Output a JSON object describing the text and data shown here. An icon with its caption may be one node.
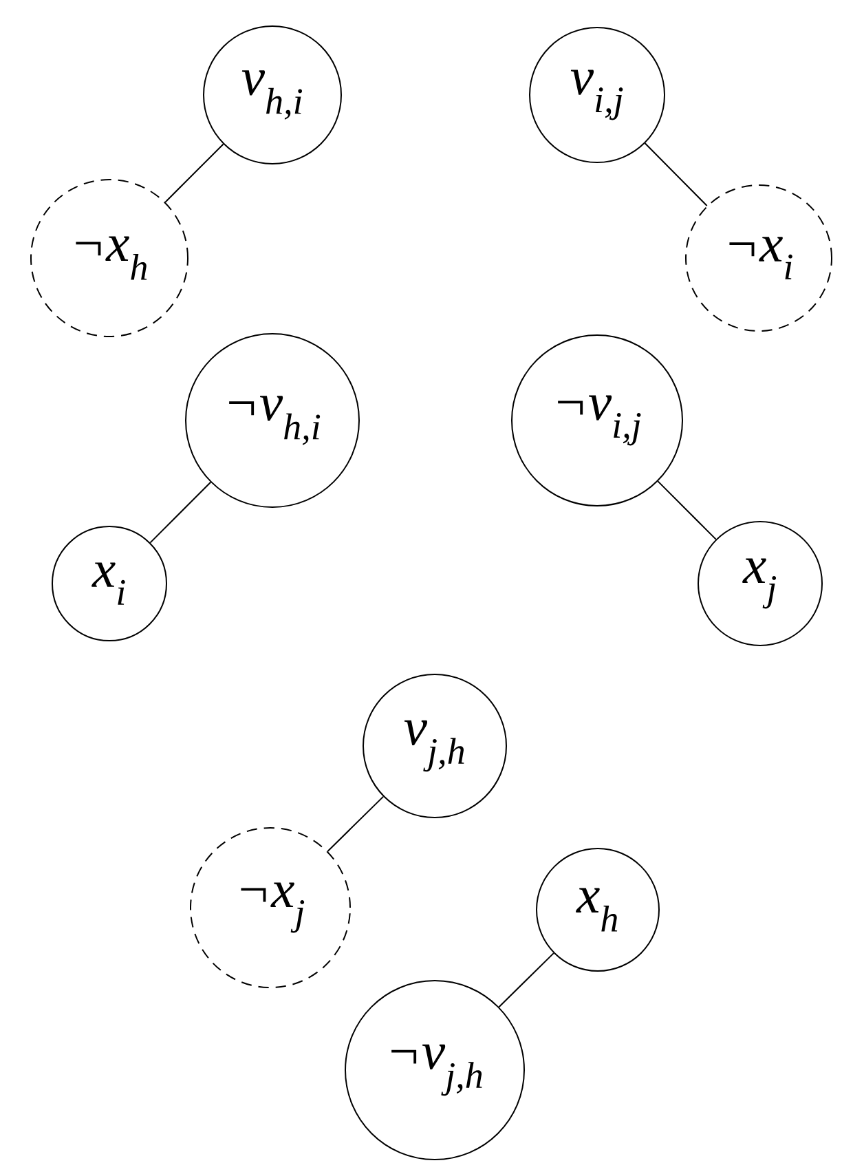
{
  "diagram": {
    "nodes": [
      {
        "text": [
          "v$_{h,i}$"
        ]
      },
      {
        "text": [
          "v$_{i,j}$"
        ]
      },
      {
        "text": [
          "¬x$_{h}$"
        ]
      },
      {
        "text": [
          "¬x$_{i}$"
        ]
      },
      {
        "text": [
          "¬v$_{h,i}$"
        ]
      },
      {
        "text": [
          "¬v$_{i,j}$"
        ]
      },
      {
        "text": [
          "x$_{i}$"
        ]
      },
      {
        "text": [
          "x$_{j}$"
        ]
      },
      {
        "text": [
          "v$_{j,h}$"
        ]
      },
      {
        "text": [
          "¬x$_{j}$"
        ]
      },
      {
        "text": [
          "x$_{h}$"
        ]
      },
      {
        "text": [
          "¬v$_{j,h}$"
        ]
      }
    ],
    "edges": [
      {
        "from": 0,
        "to": 2,
        "arrow": "none"
      },
      {
        "from": 1,
        "to": 3,
        "arrow": "none"
      },
      {
        "from": 4,
        "to": 6,
        "arrow": "none"
      },
      {
        "from": 5,
        "to": 7,
        "arrow": "none"
      },
      {
        "from": 8,
        "to": 9,
        "arrow": "none"
      },
      {
        "from": 10,
        "to": 11,
        "arrow": "none"
      }
    ]
  }
}
